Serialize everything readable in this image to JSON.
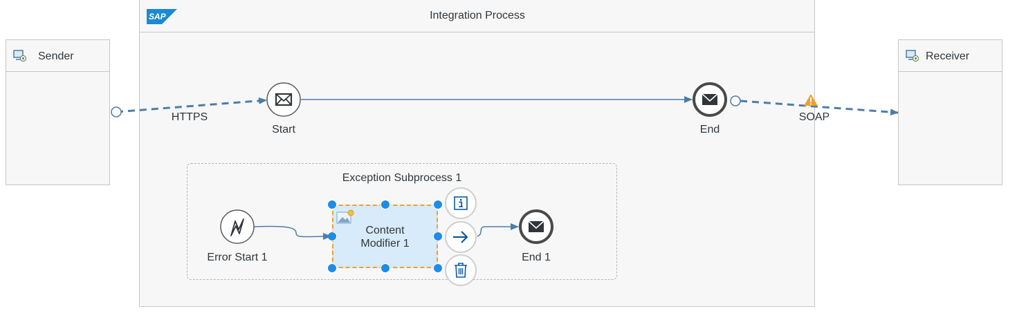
{
  "process": {
    "title": "Integration Process",
    "logo_text": "SAP"
  },
  "sender": {
    "label": "Sender"
  },
  "receiver": {
    "label": "Receiver"
  },
  "events": {
    "start": "Start",
    "end": "End",
    "error_start": "Error Start 1",
    "end1": "End 1"
  },
  "subprocess": {
    "title": "Exception Subprocess 1"
  },
  "task": {
    "line1": "Content",
    "line2": "Modifier 1"
  },
  "connections": {
    "https": "HTTPS",
    "soap": "SOAP"
  },
  "icons": {
    "participant": "participant-icon",
    "message": "envelope-icon",
    "error": "lightning-icon",
    "info": "info-icon",
    "arrow": "arrow-right-icon",
    "delete": "trash-icon",
    "warning": "warning-icon",
    "task_type": "image-icon"
  },
  "colors": {
    "flow": "#4a7dab",
    "selection": "#1f8ce6",
    "task_fill": "#d7ebfa",
    "warning": "#f0a02a",
    "brand": "#1a8ad4"
  }
}
